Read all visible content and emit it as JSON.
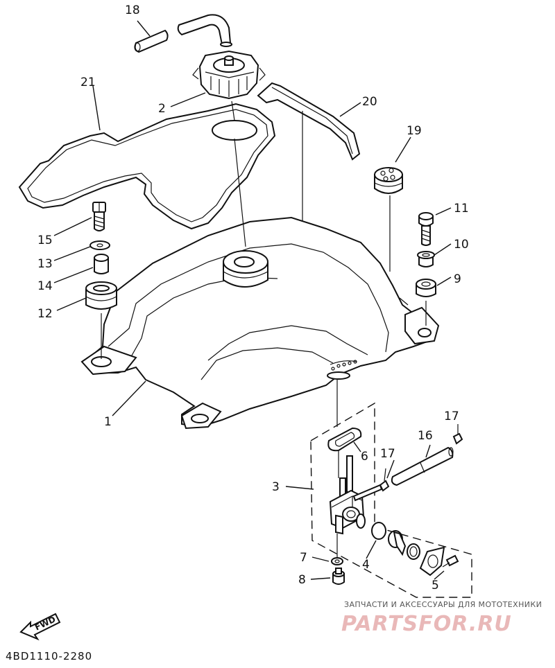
{
  "diagram": {
    "code": "4BD1110-2280",
    "fwd_label": "FWD",
    "labels": [
      {
        "id": "l18",
        "text": "18"
      },
      {
        "id": "l21",
        "text": "21"
      },
      {
        "id": "l2",
        "text": "2"
      },
      {
        "id": "l20",
        "text": "20"
      },
      {
        "id": "l19",
        "text": "19"
      },
      {
        "id": "l15",
        "text": "15"
      },
      {
        "id": "l13",
        "text": "13"
      },
      {
        "id": "l14",
        "text": "14"
      },
      {
        "id": "l12",
        "text": "12"
      },
      {
        "id": "l11",
        "text": "11"
      },
      {
        "id": "l10",
        "text": "10"
      },
      {
        "id": "l9",
        "text": "9"
      },
      {
        "id": "l1",
        "text": "1"
      },
      {
        "id": "l17a",
        "text": "17"
      },
      {
        "id": "l16",
        "text": "16"
      },
      {
        "id": "l17b",
        "text": "17"
      },
      {
        "id": "l6",
        "text": "6"
      },
      {
        "id": "l3",
        "text": "3"
      },
      {
        "id": "l7",
        "text": "7"
      },
      {
        "id": "l4",
        "text": "4"
      },
      {
        "id": "l5",
        "text": "5"
      },
      {
        "id": "l8",
        "text": "8"
      }
    ]
  },
  "watermark": {
    "tagline": "ЗАПЧАСТИ И АКСЕССУАРЫ ДЛЯ МОТОТЕХНИКИ",
    "brand": "PARTSFOR.RU"
  }
}
